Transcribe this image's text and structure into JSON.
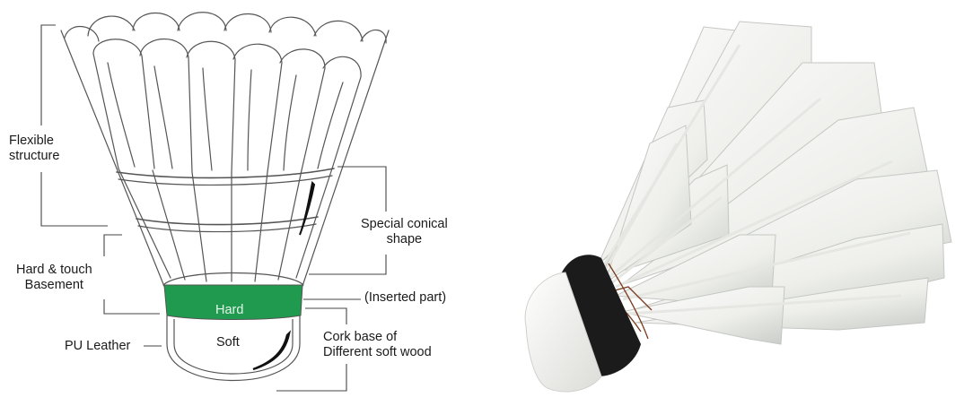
{
  "diagram": {
    "labels": {
      "flexible_structure": [
        "Flexible",
        "structure"
      ],
      "hard_touch_basement": [
        "Hard & touch",
        "Basement"
      ],
      "pu_leather": "PU Leather",
      "special_conical_shape": [
        "Special conical",
        "shape"
      ],
      "inserted_part": "(Inserted part)",
      "cork_base": [
        "Cork base of",
        "Different soft wood"
      ],
      "hard": "Hard",
      "soft": "Soft"
    },
    "colors": {
      "hard_band": "#1f9a4e",
      "line": "#555555",
      "ink": "#1a1a1a"
    }
  },
  "photo": {
    "icon": "shuttlecock-photo",
    "colors": {
      "feather": "#f4f5f2",
      "feather_shadow": "#c9ccc8",
      "cork": "#f7f7f5",
      "band": "#1b1b1b",
      "string": "#7a3b1e"
    }
  }
}
